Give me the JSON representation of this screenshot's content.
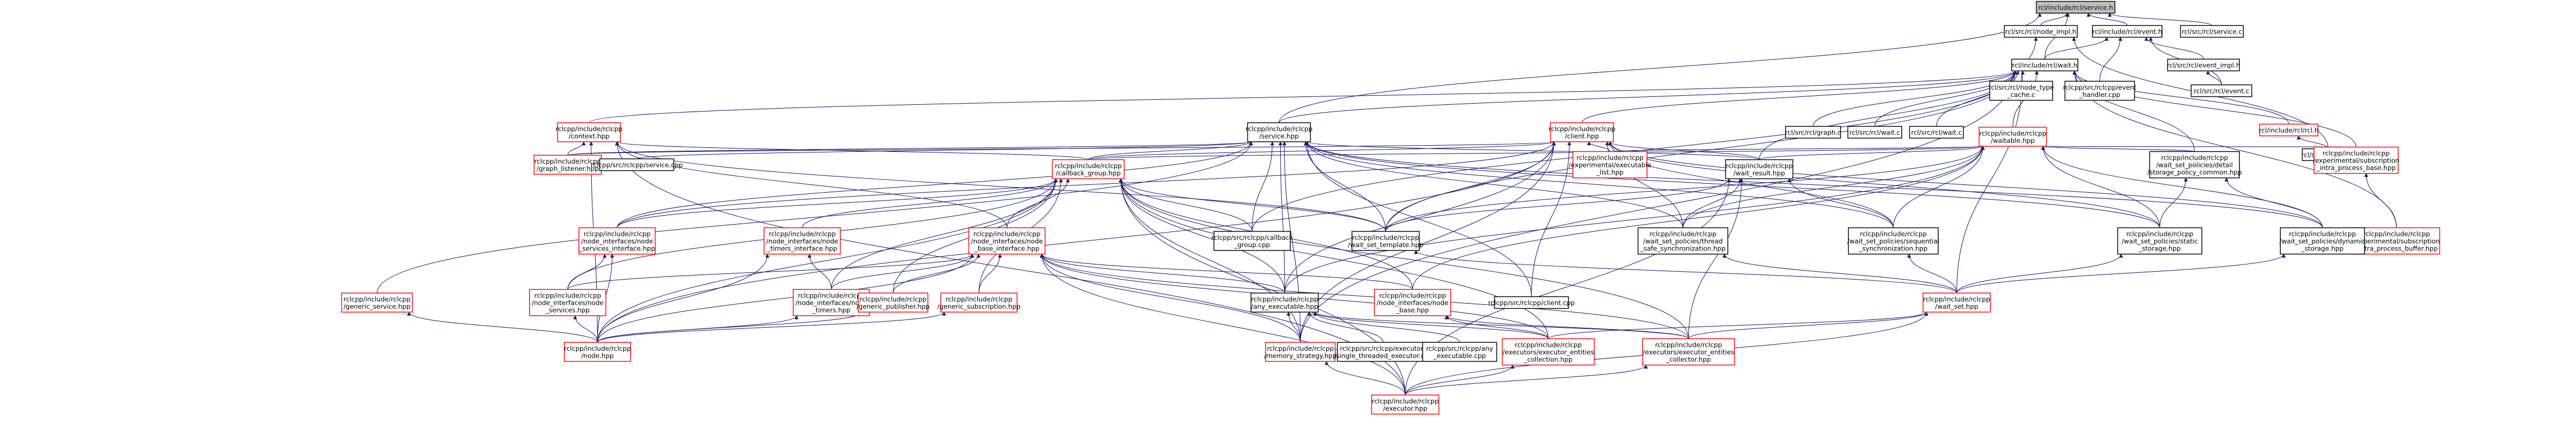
{
  "diagram": {
    "type": "include-dependency-graph",
    "colors": {
      "edge": "#191970",
      "border_documented": "#000000",
      "border_undocumented": "#ff0000",
      "root_fill": "#bfbfbf",
      "node_fill": "#ffffff"
    },
    "nodes": [
      {
        "id": "service_h",
        "lines": [
          "rcl/include/rcl/service.h"
        ],
        "border": "#000000",
        "root": true
      },
      {
        "id": "node_impl_h",
        "lines": [
          "rcl/src/rcl/node_impl.h"
        ],
        "border": "#000000"
      },
      {
        "id": "event_h",
        "lines": [
          "rcl/include/rcl/event.h"
        ],
        "border": "#000000"
      },
      {
        "id": "service_c",
        "lines": [
          "rcl/src/rcl/service.c"
        ],
        "border": "#000000"
      },
      {
        "id": "wait_h",
        "lines": [
          "rcl/include/rcl/wait.h"
        ],
        "border": "#000000"
      },
      {
        "id": "node_type_cache_c",
        "lines": [
          "rcl/src/rcl/node_type",
          "_cache.c"
        ],
        "border": "#000000"
      },
      {
        "id": "event_handler_cpp",
        "lines": [
          "rclcpp/src/rclcpp/event",
          "_handler.cpp"
        ],
        "border": "#000000"
      },
      {
        "id": "event_impl_h",
        "lines": [
          "rcl/src/rcl/event_impl.h"
        ],
        "border": "#000000"
      },
      {
        "id": "event_c",
        "lines": [
          "rcl/src/rcl/event.c"
        ],
        "border": "#000000"
      },
      {
        "id": "rcl_h",
        "lines": [
          "rcl/include/rcl/rcl.h"
        ],
        "border": "#ff0000"
      },
      {
        "id": "node_c",
        "lines": [
          "rcl/src/rcl/node.c"
        ],
        "border": "#000000"
      },
      {
        "id": "context_hpp",
        "lines": [
          "rclcpp/include/rclcpp",
          "/context.hpp"
        ],
        "border": "#ff0000"
      },
      {
        "id": "service_hpp",
        "lines": [
          "rclcpp/include/rclcpp",
          "/service.hpp"
        ],
        "border": "#000000"
      },
      {
        "id": "client_hpp",
        "lines": [
          "rclcpp/include/rclcpp",
          "/client.hpp"
        ],
        "border": "#ff0000"
      },
      {
        "id": "graph_c",
        "lines": [
          "rcl/src/rcl/graph.c"
        ],
        "border": "#000000"
      },
      {
        "id": "rcl_wait_c",
        "lines": [
          "rcl/src/rcl/wait.c"
        ],
        "border": "#000000"
      },
      {
        "id": "rcl_wait_c2",
        "lines": [
          "rcl/src/rcl/wait.c"
        ],
        "border": "#000000"
      },
      {
        "id": "waitable_hpp",
        "lines": [
          "rclcpp/include/rclcpp",
          "/waitable.hpp"
        ],
        "border": "#ff0000"
      },
      {
        "id": "graph_listener_hpp",
        "lines": [
          "rclcpp/include/rclcpp",
          "/graph_listener.hpp"
        ],
        "border": "#ff0000"
      },
      {
        "id": "service_cpp",
        "lines": [
          "rclcpp/src/rclcpp/service.cpp"
        ],
        "border": "#000000"
      },
      {
        "id": "experimental_exec_list",
        "lines": [
          "rclcpp/include/rclcpp",
          "/experimental/executable",
          "_list.hpp"
        ],
        "border": "#ff0000"
      },
      {
        "id": "callback_group_hpp",
        "lines": [
          "rclcpp/include/rclcpp",
          "/callback_group.hpp"
        ],
        "border": "#ff0000"
      },
      {
        "id": "wait_result_hpp",
        "lines": [
          "rclcpp/include/rclcpp",
          "/wait_result.hpp"
        ],
        "border": "#000000"
      },
      {
        "id": "storage_policy_common",
        "lines": [
          "rclcpp/include/rclcpp",
          "/wait_set_policies/detail",
          "/storage_policy_common.hpp"
        ],
        "border": "#000000"
      },
      {
        "id": "sub_intra_base",
        "lines": [
          "rclcpp/include/rclcpp",
          "/experimental/subscription",
          "_intra_process_base.hpp"
        ],
        "border": "#ff0000"
      },
      {
        "id": "sub_intra_buffer",
        "lines": [
          "rclcpp/include/rclcpp",
          "/experimental/subscription",
          "_intra_process_buffer.hpp"
        ],
        "border": "#ff0000"
      },
      {
        "id": "ni_services_interface",
        "lines": [
          "rclcpp/include/rclcpp",
          "/node_interfaces/node",
          "_services_interface.hpp"
        ],
        "border": "#ff0000"
      },
      {
        "id": "ni_timers_interface",
        "lines": [
          "rclcpp/include/rclcpp",
          "/node_interfaces/node",
          "_timers_interface.hpp"
        ],
        "border": "#ff0000"
      },
      {
        "id": "ni_base_interface",
        "lines": [
          "rclcpp/include/rclcpp",
          "/node_interfaces/node",
          "_base_interface.hpp"
        ],
        "border": "#ff0000"
      },
      {
        "id": "callback_group_cpp",
        "lines": [
          "rclcpp/src/rclcpp/callback",
          "_group.cpp"
        ],
        "border": "#000000"
      },
      {
        "id": "wait_set_template",
        "lines": [
          "rclcpp/include/rclcpp",
          "/wait_set_template.hpp"
        ],
        "border": "#000000"
      },
      {
        "id": "thread_safe_sync",
        "lines": [
          "rclcpp/include/rclcpp",
          "/wait_set_policies/thread",
          "_safe_synchronization.hpp"
        ],
        "border": "#000000"
      },
      {
        "id": "sequential_sync",
        "lines": [
          "rclcpp/include/rclcpp",
          "/wait_set_policies/sequential",
          "_synchronization.hpp"
        ],
        "border": "#000000"
      },
      {
        "id": "static_storage",
        "lines": [
          "rclcpp/include/rclcpp",
          "/wait_set_policies/static",
          "_storage.hpp"
        ],
        "border": "#000000"
      },
      {
        "id": "dynamic_storage",
        "lines": [
          "rclcpp/include/rclcpp",
          "/wait_set_policies/dynamic",
          "_storage.hpp"
        ],
        "border": "#000000"
      },
      {
        "id": "generic_service_hpp",
        "lines": [
          "rclcpp/include/rclcpp",
          "/generic_service.hpp"
        ],
        "border": "#ff0000"
      },
      {
        "id": "ni_node_services",
        "lines": [
          "rclcpp/include/rclcpp",
          "/node_interfaces/node",
          "_services.hpp"
        ],
        "border": "#ff0000"
      },
      {
        "id": "ni_node_timers",
        "lines": [
          "rclcpp/include/rclcpp",
          "/node_interfaces/node",
          "_timers.hpp"
        ],
        "border": "#ff0000"
      },
      {
        "id": "generic_publisher_hpp",
        "lines": [
          "rclcpp/include/rclcpp",
          "/generic_publisher.hpp"
        ],
        "border": "#ff0000"
      },
      {
        "id": "generic_subscription_hpp",
        "lines": [
          "rclcpp/include/rclcpp",
          "/generic_subscription.hpp"
        ],
        "border": "#ff0000"
      },
      {
        "id": "any_executable_hpp",
        "lines": [
          "rclcpp/include/rclcpp",
          "/any_executable.hpp"
        ],
        "border": "#000000"
      },
      {
        "id": "ni_node_base",
        "lines": [
          "rclcpp/include/rclcpp",
          "/node_interfaces/node",
          "_base.hpp"
        ],
        "border": "#ff0000"
      },
      {
        "id": "client_cpp",
        "lines": [
          "rclcpp/src/rclcpp/client.cpp"
        ],
        "border": "#000000"
      },
      {
        "id": "wait_set_hpp",
        "lines": [
          "rclcpp/include/rclcpp",
          "/wait_set.hpp"
        ],
        "border": "#ff0000"
      },
      {
        "id": "node_hpp",
        "lines": [
          "rclcpp/include/rclcpp",
          "/node.hpp"
        ],
        "border": "#ff0000"
      },
      {
        "id": "memory_strategy_hpp",
        "lines": [
          "rclcpp/include/rclcpp",
          "/memory_strategy.hpp"
        ],
        "border": "#ff0000"
      },
      {
        "id": "single_threaded_exec",
        "lines": [
          "rclcpp/src/rclcpp/executors",
          "/single_threaded_executor.cpp"
        ],
        "border": "#000000"
      },
      {
        "id": "any_executable_cpp",
        "lines": [
          "rclcpp/src/rclcpp/any",
          "_executable.cpp"
        ],
        "border": "#000000"
      },
      {
        "id": "exec_entities_collection",
        "lines": [
          "rclcpp/include/rclcpp",
          "/executors/executor_entities",
          "_collection.hpp"
        ],
        "border": "#ff0000"
      },
      {
        "id": "exec_entities_collector",
        "lines": [
          "rclcpp/include/rclcpp",
          "/executors/executor_entities",
          "_collector.hpp"
        ],
        "border": "#ff0000"
      },
      {
        "id": "executor_hpp",
        "lines": [
          "rclcpp/include/rclcpp",
          "/executor.hpp"
        ],
        "border": "#ff0000"
      }
    ],
    "edges": [
      [
        "service_h",
        "node_impl_h"
      ],
      [
        "service_h",
        "event_h"
      ],
      [
        "service_h",
        "service_c"
      ],
      [
        "service_h",
        "wait_h"
      ],
      [
        "service_h",
        "service_hpp"
      ],
      [
        "node_impl_h",
        "node_type_cache_c"
      ],
      [
        "node_impl_h",
        "node_c"
      ],
      [
        "event_h",
        "wait_h"
      ],
      [
        "event_h",
        "event_handler_cpp"
      ],
      [
        "event_h",
        "event_impl_h"
      ],
      [
        "event_h",
        "event_c"
      ],
      [
        "event_impl_h",
        "event_c"
      ],
      [
        "wait_h",
        "context_hpp"
      ],
      [
        "wait_h",
        "service_hpp"
      ],
      [
        "wait_h",
        "client_hpp"
      ],
      [
        "wait_h",
        "graph_c"
      ],
      [
        "wait_h",
        "rcl_wait_c"
      ],
      [
        "wait_h",
        "rcl_wait_c2"
      ],
      [
        "wait_h",
        "waitable_hpp"
      ],
      [
        "wait_h",
        "rcl_h"
      ],
      [
        "wait_h",
        "wait_result_hpp"
      ],
      [
        "wait_h",
        "storage_policy_common"
      ],
      [
        "wait_h",
        "sub_intra_base"
      ],
      [
        "wait_h",
        "sub_intra_buffer"
      ],
      [
        "wait_h",
        "wait_set_template"
      ],
      [
        "wait_h",
        "wait_set_hpp"
      ],
      [
        "wait_h",
        "memory_strategy_hpp"
      ],
      [
        "wait_h",
        "callback_group_cpp"
      ],
      [
        "rcl_h",
        "node_c"
      ],
      [
        "context_hpp",
        "graph_listener_hpp"
      ],
      [
        "context_hpp",
        "callback_group_hpp"
      ],
      [
        "context_hpp",
        "ni_base_interface"
      ],
      [
        "context_hpp",
        "node_hpp"
      ],
      [
        "context_hpp",
        "executor_hpp"
      ],
      [
        "context_hpp",
        "wait_set_template"
      ],
      [
        "service_hpp",
        "graph_listener_hpp"
      ],
      [
        "service_hpp",
        "service_cpp"
      ],
      [
        "service_hpp",
        "callback_group_hpp"
      ],
      [
        "service_hpp",
        "ni_services_interface"
      ],
      [
        "service_hpp",
        "generic_service_hpp"
      ],
      [
        "service_hpp",
        "wait_set_template"
      ],
      [
        "service_hpp",
        "any_executable_hpp"
      ],
      [
        "service_hpp",
        "client_cpp"
      ],
      [
        "service_hpp",
        "static_storage"
      ],
      [
        "service_hpp",
        "dynamic_storage"
      ],
      [
        "service_hpp",
        "memory_strategy_hpp"
      ],
      [
        "service_hpp",
        "callback_group_cpp"
      ],
      [
        "service_hpp",
        "thread_safe_sync"
      ],
      [
        "service_hpp",
        "sequential_sync"
      ],
      [
        "service_hpp",
        "wait_result_hpp"
      ],
      [
        "client_hpp",
        "graph_listener_hpp"
      ],
      [
        "client_hpp",
        "experimental_exec_list"
      ],
      [
        "client_hpp",
        "callback_group_hpp"
      ],
      [
        "client_hpp",
        "wait_result_hpp"
      ],
      [
        "client_hpp",
        "ni_services_interface"
      ],
      [
        "client_hpp",
        "client_cpp"
      ],
      [
        "client_hpp",
        "any_executable_hpp"
      ],
      [
        "client_hpp",
        "static_storage"
      ],
      [
        "client_hpp",
        "dynamic_storage"
      ],
      [
        "client_hpp",
        "memory_strategy_hpp"
      ],
      [
        "client_hpp",
        "wait_set_template"
      ],
      [
        "client_hpp",
        "thread_safe_sync"
      ],
      [
        "client_hpp",
        "sequential_sync"
      ],
      [
        "client_hpp",
        "node_hpp"
      ],
      [
        "waitable_hpp",
        "experimental_exec_list"
      ],
      [
        "waitable_hpp",
        "callback_group_hpp"
      ],
      [
        "waitable_hpp",
        "wait_result_hpp"
      ],
      [
        "waitable_hpp",
        "storage_policy_common"
      ],
      [
        "waitable_hpp",
        "sub_intra_base"
      ],
      [
        "waitable_hpp",
        "static_storage"
      ],
      [
        "waitable_hpp",
        "dynamic_storage"
      ],
      [
        "waitable_hpp",
        "wait_set_template"
      ],
      [
        "waitable_hpp",
        "thread_safe_sync"
      ],
      [
        "waitable_hpp",
        "sequential_sync"
      ],
      [
        "waitable_hpp",
        "any_executable_hpp"
      ],
      [
        "waitable_hpp",
        "ni_node_base"
      ],
      [
        "sub_intra_base",
        "sub_intra_buffer"
      ],
      [
        "callback_group_hpp",
        "ni_services_interface"
      ],
      [
        "callback_group_hpp",
        "ni_timers_interface"
      ],
      [
        "callback_group_hpp",
        "ni_base_interface"
      ],
      [
        "callback_group_hpp",
        "callback_group_cpp"
      ],
      [
        "callback_group_hpp",
        "wait_set_template"
      ],
      [
        "callback_group_hpp",
        "any_executable_hpp"
      ],
      [
        "callback_group_hpp",
        "ni_node_base"
      ],
      [
        "callback_group_hpp",
        "memory_strategy_hpp"
      ],
      [
        "callback_group_hpp",
        "exec_entities_collection"
      ],
      [
        "callback_group_hpp",
        "exec_entities_collector"
      ],
      [
        "callback_group_hpp",
        "executor_hpp"
      ],
      [
        "callback_group_hpp",
        "node_hpp"
      ],
      [
        "callback_group_hpp",
        "ni_node_services"
      ],
      [
        "callback_group_hpp",
        "ni_node_timers"
      ],
      [
        "callback_group_hpp",
        "generic_publisher_hpp"
      ],
      [
        "callback_group_hpp",
        "generic_subscription_hpp"
      ],
      [
        "wait_result_hpp",
        "wait_set_template"
      ],
      [
        "wait_result_hpp",
        "thread_safe_sync"
      ],
      [
        "wait_result_hpp",
        "sequential_sync"
      ],
      [
        "wait_result_hpp",
        "exec_entities_collector"
      ],
      [
        "wait_result_hpp",
        "executor_hpp"
      ],
      [
        "storage_policy_common",
        "static_storage"
      ],
      [
        "storage_policy_common",
        "dynamic_storage"
      ],
      [
        "ni_services_interface",
        "ni_node_services"
      ],
      [
        "ni_services_interface",
        "node_hpp"
      ],
      [
        "ni_timers_interface",
        "ni_node_timers"
      ],
      [
        "ni_timers_interface",
        "node_hpp"
      ],
      [
        "ni_base_interface",
        "ni_node_services"
      ],
      [
        "ni_base_interface",
        "ni_node_timers"
      ],
      [
        "ni_base_interface",
        "generic_publisher_hpp"
      ],
      [
        "ni_base_interface",
        "generic_subscription_hpp"
      ],
      [
        "ni_base_interface",
        "ni_node_base"
      ],
      [
        "ni_base_interface",
        "node_hpp"
      ],
      [
        "ni_base_interface",
        "exec_entities_collection"
      ],
      [
        "ni_base_interface",
        "exec_entities_collector"
      ],
      [
        "ni_base_interface",
        "executor_hpp"
      ],
      [
        "ni_base_interface",
        "memory_strategy_hpp"
      ],
      [
        "ni_base_interface",
        "any_executable_hpp"
      ],
      [
        "wait_set_template",
        "wait_set_hpp"
      ],
      [
        "thread_safe_sync",
        "wait_set_hpp"
      ],
      [
        "sequential_sync",
        "wait_set_hpp"
      ],
      [
        "static_storage",
        "wait_set_hpp"
      ],
      [
        "dynamic_storage",
        "wait_set_hpp"
      ],
      [
        "generic_service_hpp",
        "node_hpp"
      ],
      [
        "ni_node_services",
        "node_hpp"
      ],
      [
        "ni_node_timers",
        "node_hpp"
      ],
      [
        "generic_publisher_hpp",
        "node_hpp"
      ],
      [
        "generic_subscription_hpp",
        "node_hpp"
      ],
      [
        "any_executable_hpp",
        "memory_strategy_hpp"
      ],
      [
        "any_executable_hpp",
        "single_threaded_exec"
      ],
      [
        "any_executable_hpp",
        "any_executable_cpp"
      ],
      [
        "any_executable_hpp",
        "exec_entities_collection"
      ],
      [
        "any_executable_hpp",
        "exec_entities_collector"
      ],
      [
        "ni_node_base",
        "exec_entities_collection"
      ],
      [
        "ni_node_base",
        "exec_entities_collector"
      ],
      [
        "wait_set_hpp",
        "exec_entities_collection"
      ],
      [
        "wait_set_hpp",
        "exec_entities_collector"
      ],
      [
        "wait_set_hpp",
        "executor_hpp"
      ],
      [
        "exec_entities_collection",
        "executor_hpp"
      ],
      [
        "exec_entities_collector",
        "executor_hpp"
      ],
      [
        "memory_strategy_hpp",
        "executor_hpp"
      ]
    ]
  }
}
